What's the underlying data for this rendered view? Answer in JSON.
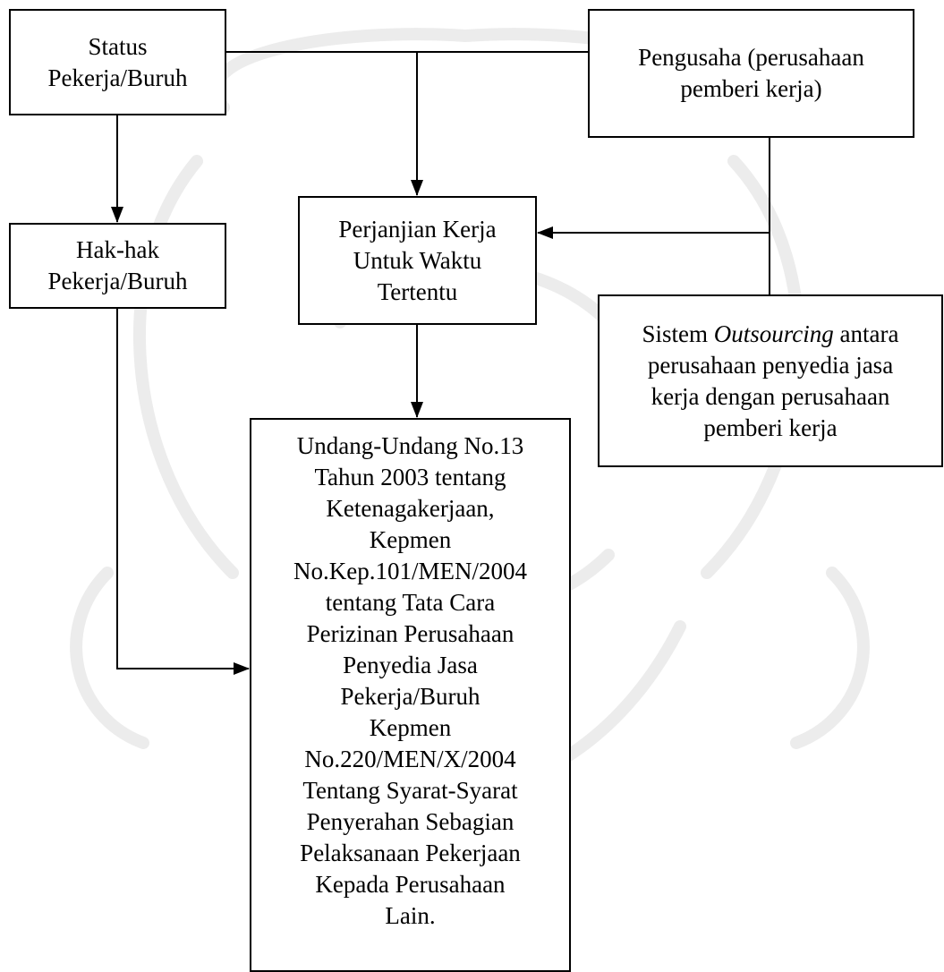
{
  "diagram": {
    "nodes": {
      "status": {
        "lines": [
          "Status",
          "Pekerja/Buruh"
        ]
      },
      "pengusaha": {
        "lines": [
          "Pengusaha (perusahaan",
          "pemberi kerja)"
        ]
      },
      "hak": {
        "lines": [
          "Hak-hak",
          "Pekerja/Buruh"
        ]
      },
      "perjanjian": {
        "lines": [
          "Perjanjian Kerja",
          "Untuk Waktu",
          "Tertentu"
        ]
      },
      "outsourcing": {
        "prefix": "Sistem ",
        "italic": "Outsourcing",
        "suffix": " antara",
        "lines": [
          "perusahaan penyedia jasa",
          "kerja dengan perusahaan",
          "pemberi kerja"
        ]
      },
      "undang": {
        "lines": [
          "Undang-Undang No.13",
          "Tahun 2003 tentang",
          "Ketenagakerjaan,",
          "Kepmen",
          "No.Kep.101/MEN/2004",
          "tentang Tata Cara",
          "Perizinan Perusahaan",
          "Penyedia Jasa",
          "Pekerja/Buruh",
          "Kepmen",
          "No.220/MEN/X/2004",
          "Tentang Syarat-Syarat",
          "Penyerahan Sebagian",
          "Pelaksanaan Pekerjaan",
          "Kepada Perusahaan",
          "Lain."
        ]
      }
    }
  }
}
